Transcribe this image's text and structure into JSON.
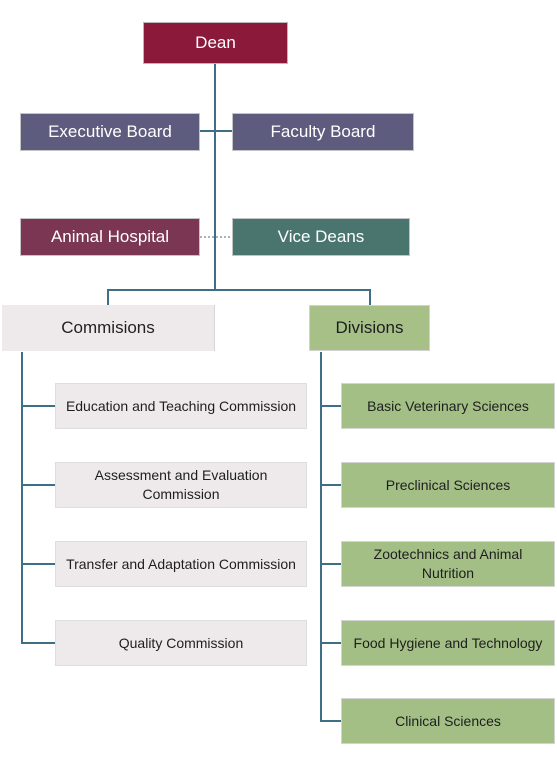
{
  "top": {
    "dean": "Dean",
    "executive_board": "Executive Board",
    "faculty_board": "Faculty Board",
    "animal_hospital": "Animal Hospital",
    "vice_deans": "Vice Deans"
  },
  "commisions": {
    "title": "Commisions",
    "items": [
      "Education and Teaching Commission",
      "Assessment and Evaluation Commission",
      "Transfer and Adaptation Commission",
      "Quality Commission"
    ]
  },
  "divisions": {
    "title": "Divisions",
    "items": [
      "Basic Veterinary Sciences",
      "Preclinical Sciences",
      "Zootechnics and Animal Nutrition",
      "Food Hygiene and Technology",
      "Clinical Sciences"
    ]
  },
  "colors": {
    "dean": "#8b1a3a",
    "boards": "#5e5c7e",
    "animal_hospital": "#7a3652",
    "vice_deans": "#4a756f",
    "commisions": "#eeeaec",
    "divisions": "#a6c088",
    "connector": "#3f6f87"
  }
}
